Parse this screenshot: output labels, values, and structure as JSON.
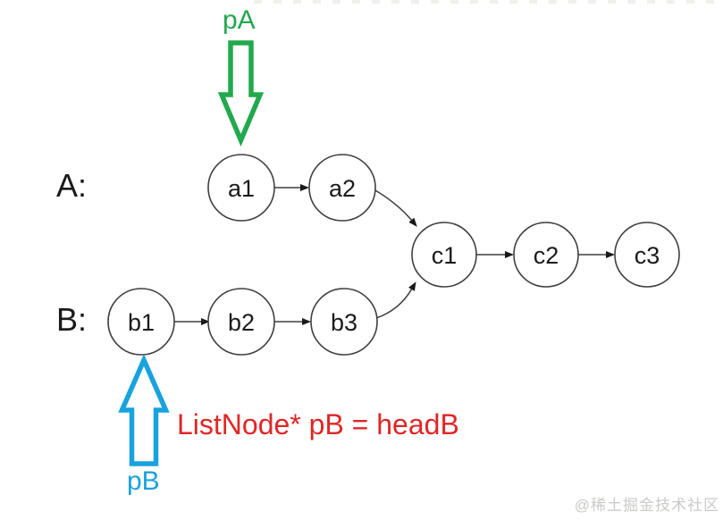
{
  "diagram": {
    "type": "linked-list-intersection",
    "list_a_sequence": [
      "a1",
      "a2",
      "c1",
      "c2",
      "c3"
    ],
    "list_b_sequence": [
      "b1",
      "b2",
      "b3",
      "c1",
      "c2",
      "c3"
    ],
    "intersection_node": "c1",
    "pointer_a_target": "a1",
    "pointer_b_target": "b1"
  },
  "labels": {
    "list_a": "A:",
    "list_b": "B:",
    "pointer_a": "pA",
    "pointer_b": "pB",
    "annotation": "ListNode* pB = headB",
    "watermark": "@稀土掘金技术社区"
  },
  "nodes": {
    "a1": "a1",
    "a2": "a2",
    "b1": "b1",
    "b2": "b2",
    "b3": "b3",
    "c1": "c1",
    "c2": "c2",
    "c3": "c3"
  },
  "colors": {
    "pointer_a_green": "#22A84D",
    "pointer_b_blue": "#18A2DE",
    "annotation_red": "#E02626",
    "node_stroke": "#3F3F3F",
    "watermark_gray": "#CACAC8"
  }
}
